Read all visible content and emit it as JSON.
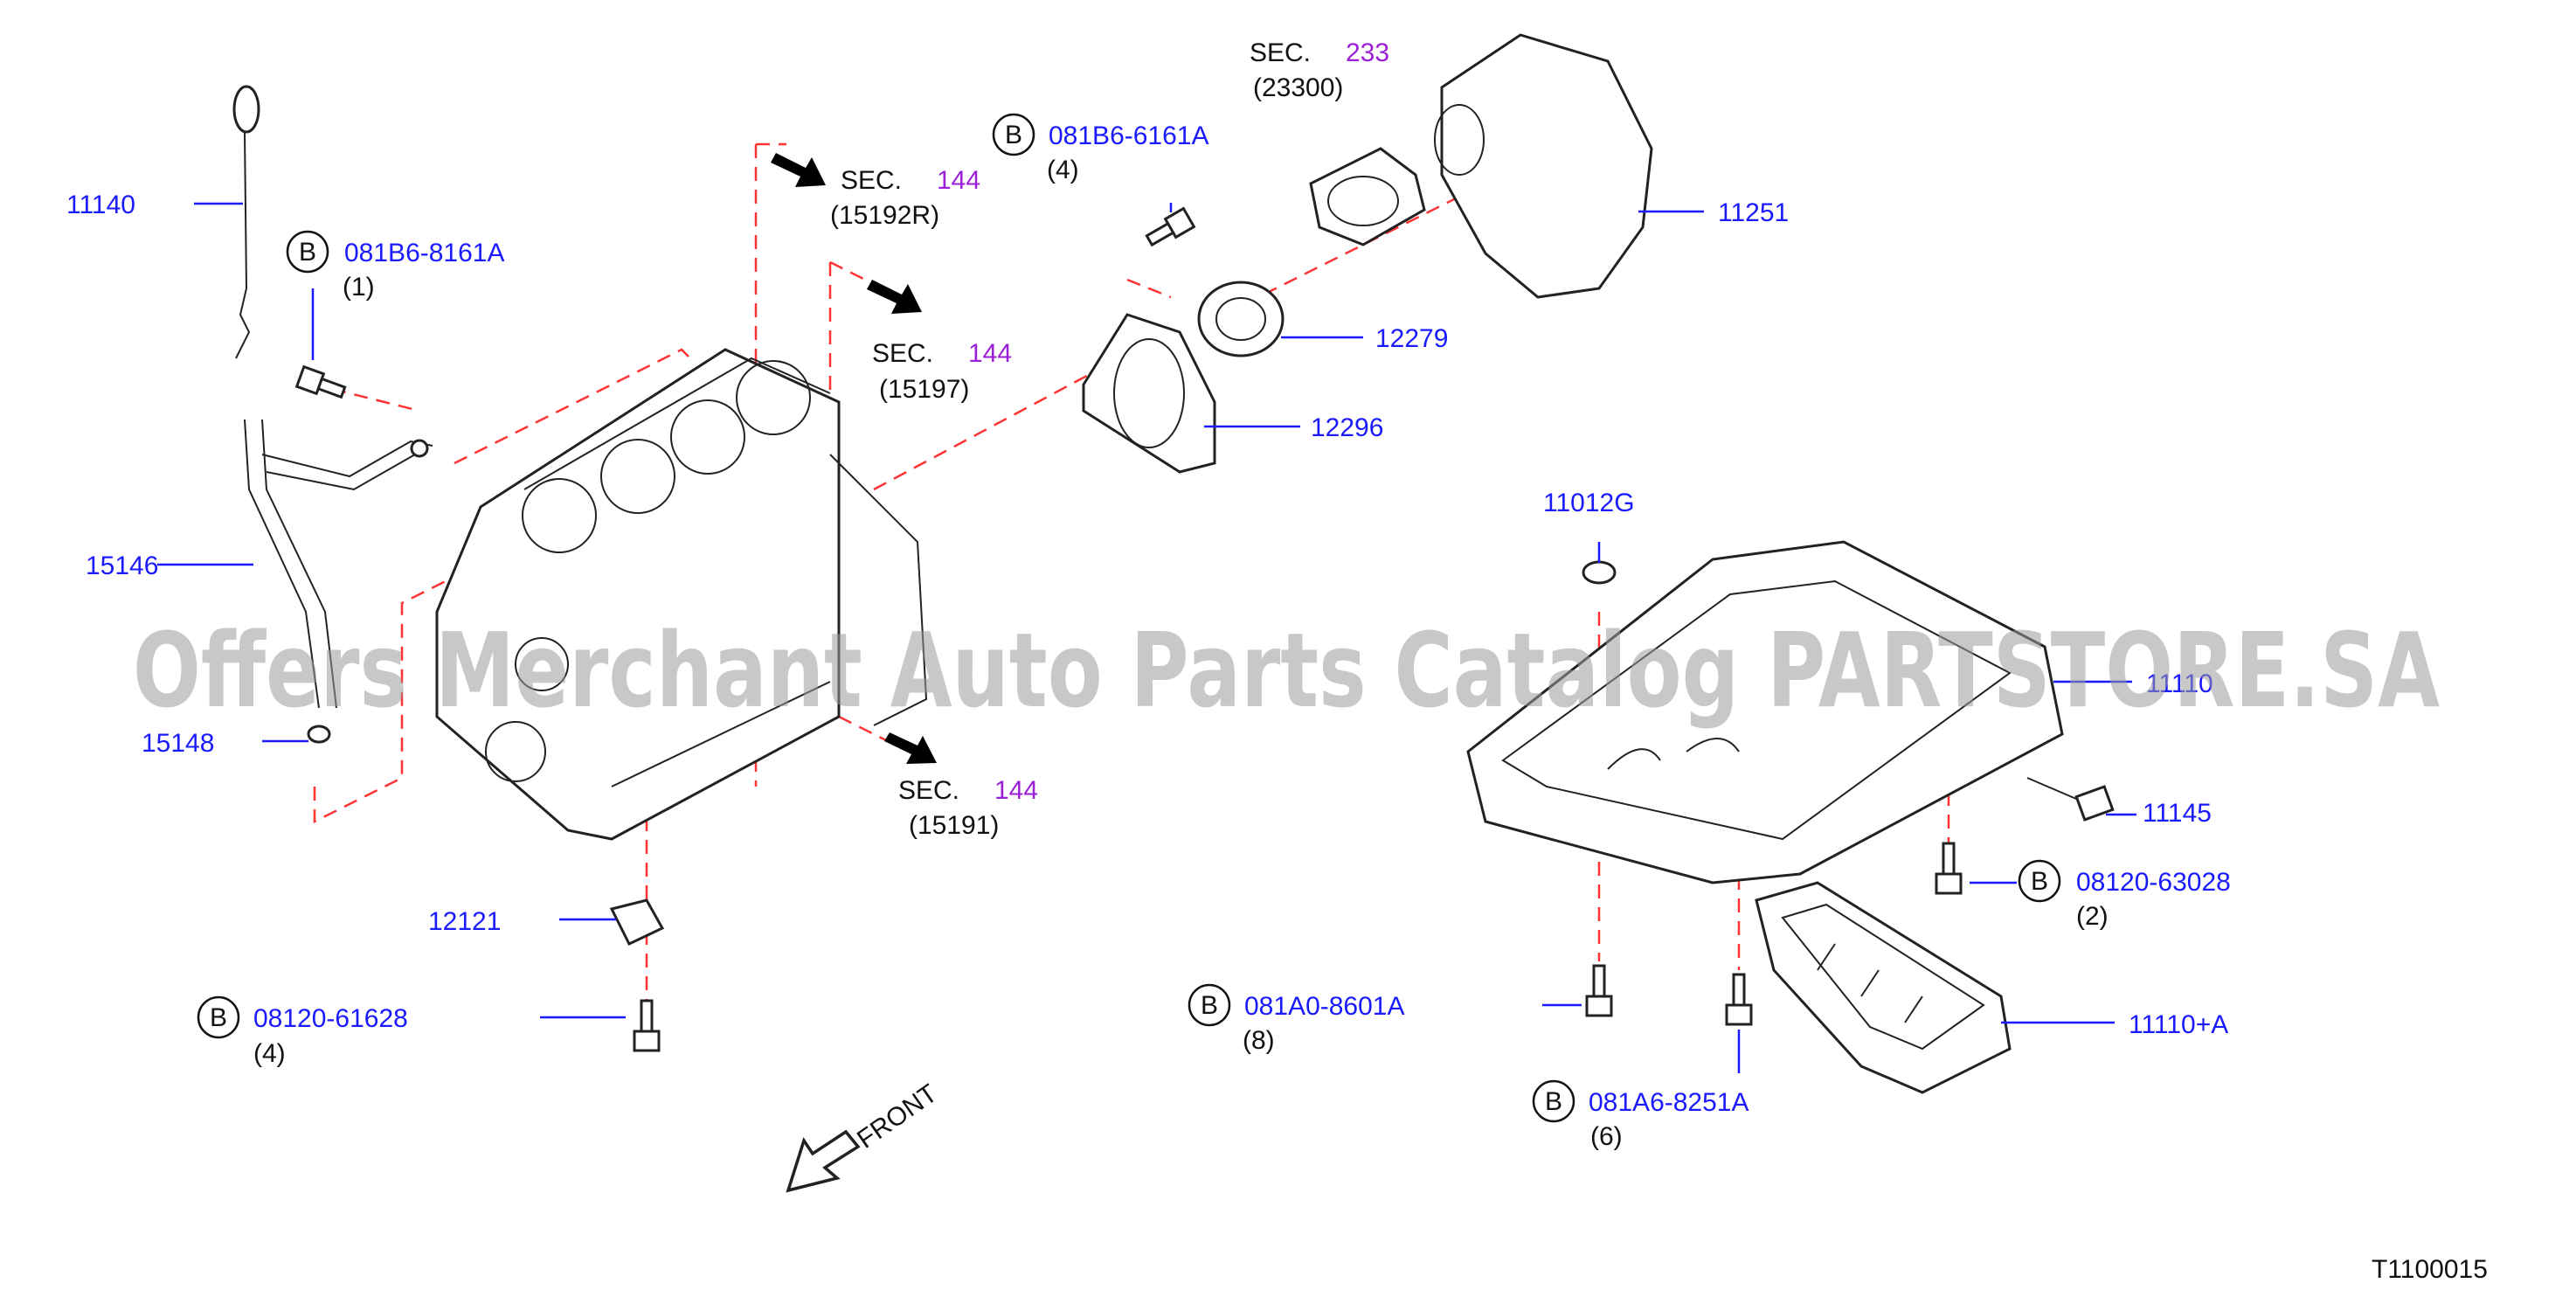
{
  "parts": {
    "p11140": "11140",
    "p15146": "15146",
    "p15148": "15148",
    "p12121": "12121",
    "p12296": "12296",
    "p12279": "12279",
    "p11251": "11251",
    "p11012g": "11012G",
    "p11110": "11110",
    "p11145": "11145",
    "p11110a": "11110+A"
  },
  "bolts": {
    "b1": {
      "marker": "B",
      "code": "081B6-8161A",
      "qty": "(1)"
    },
    "b2": {
      "marker": "B",
      "code": "081B6-6161A",
      "qty": "(4)"
    },
    "b3": {
      "marker": "B",
      "code": "08120-61628",
      "qty": "(4)"
    },
    "b4": {
      "marker": "B",
      "code": "081A0-8601A",
      "qty": "(8)"
    },
    "b5": {
      "marker": "B",
      "code": "081A6-8251A",
      "qty": "(6)"
    },
    "b6": {
      "marker": "B",
      "code": "08120-63028",
      "qty": "(2)"
    }
  },
  "sections": {
    "s1": {
      "prefix": "SEC.",
      "num": "144",
      "ref": "(15192R)"
    },
    "s2": {
      "prefix": "SEC.",
      "num": "144",
      "ref": "(15197)"
    },
    "s3": {
      "prefix": "SEC.",
      "num": "144",
      "ref": "(15191)"
    },
    "s4": {
      "prefix": "SEC.",
      "num": "233",
      "ref": "(23300)"
    }
  },
  "front_label": "FRONT",
  "diagram_id": "T1100015",
  "watermark": "Offers Merchant Auto Parts Catalog PARTSTORE.SA",
  "colors": {
    "part_number": "#1a1aff",
    "section_number": "#9a1fd6",
    "dashed_line": "#ff3333",
    "text": "#111111"
  }
}
